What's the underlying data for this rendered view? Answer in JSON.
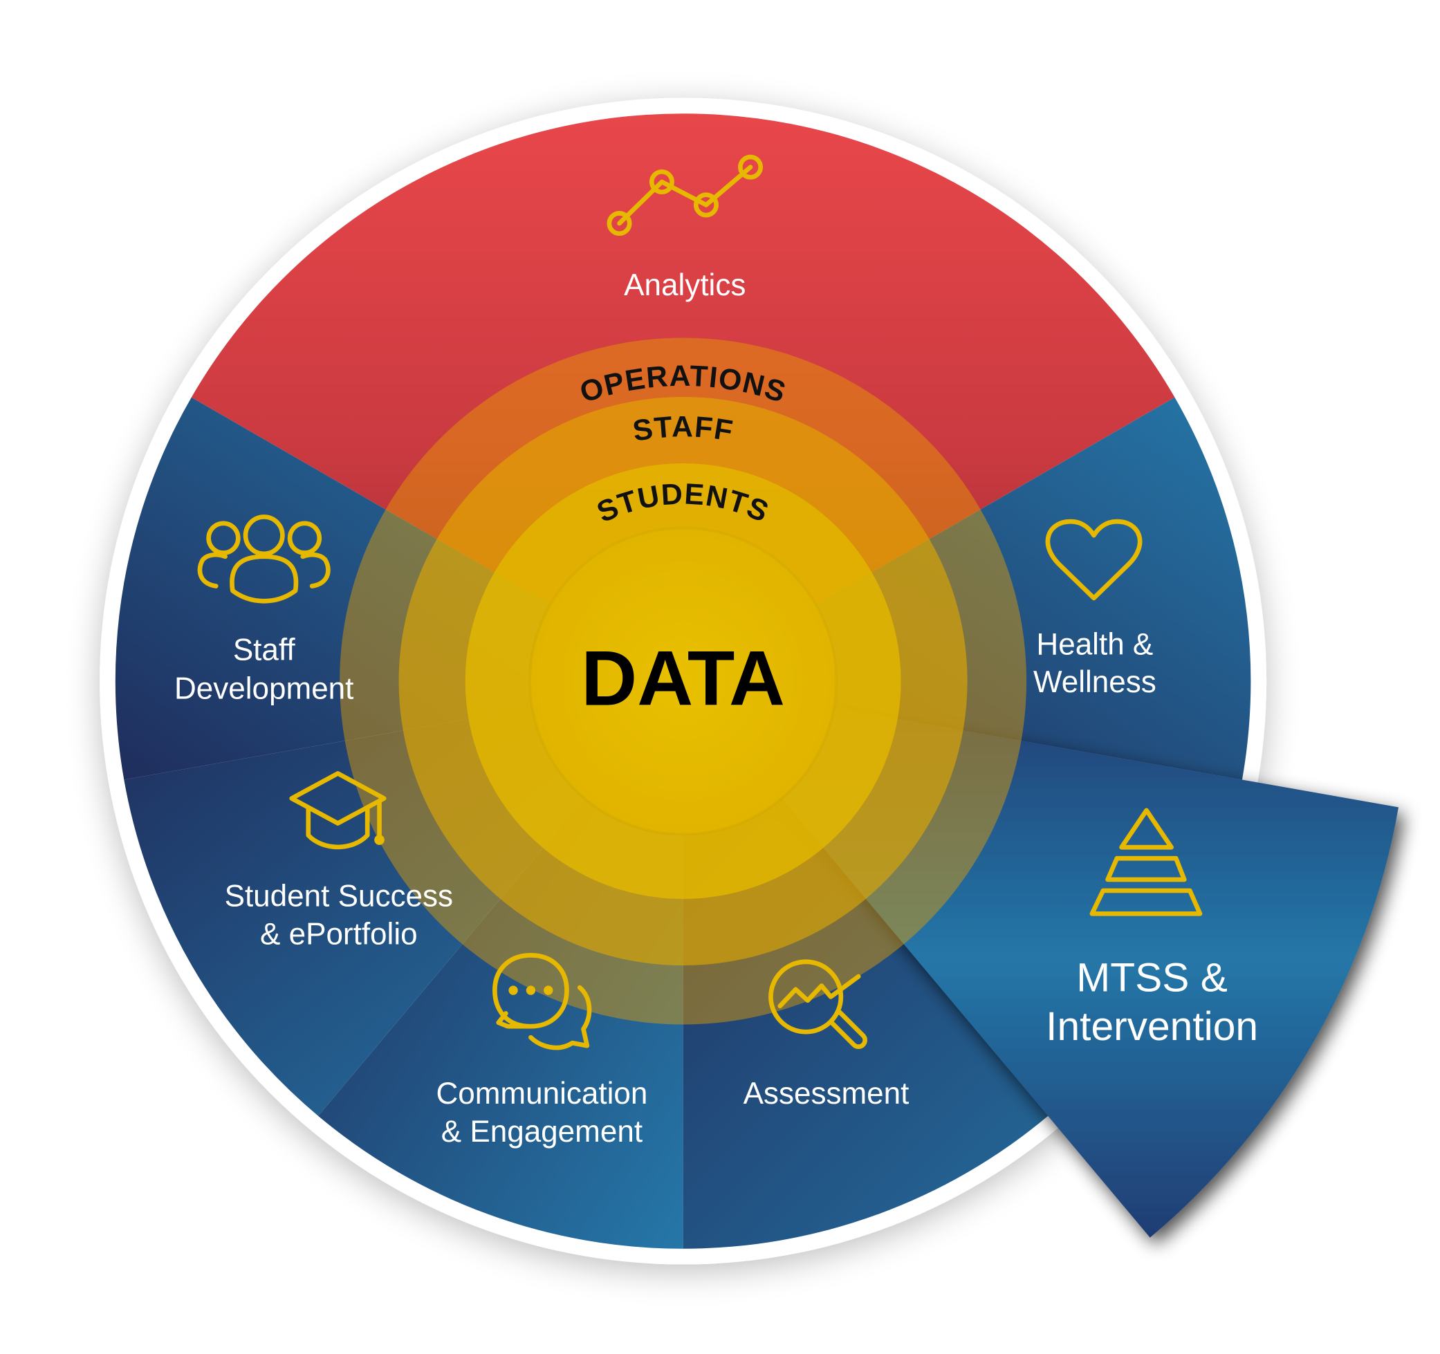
{
  "center": {
    "title": "DATA"
  },
  "rings": {
    "outer": "OPERATIONS",
    "middle": "STAFF",
    "inner": "STUDENTS"
  },
  "segments": {
    "analytics": {
      "label": "Analytics",
      "icon": "line-chart-icon"
    },
    "health": {
      "line1": "Health &",
      "line2": "Wellness",
      "icon": "heart-icon"
    },
    "mtss": {
      "line1": "MTSS &",
      "line2": "Intervention",
      "icon": "pyramid-icon"
    },
    "assessment": {
      "label": "Assessment",
      "icon": "magnifier-chart-icon"
    },
    "communication": {
      "line1": "Communication",
      "line2": "& Engagement",
      "icon": "chat-bubbles-icon"
    },
    "student_success": {
      "line1": "Student Success",
      "line2": "& ePortfolio",
      "icon": "graduation-cap-icon"
    },
    "staff_development": {
      "line1": "Staff",
      "line2": "Development",
      "icon": "people-group-icon"
    }
  },
  "colors": {
    "red": "#e8474a",
    "blue_light": "#2577a8",
    "blue_dark": "#1f2d5c",
    "yellow": "#e6b800"
  }
}
